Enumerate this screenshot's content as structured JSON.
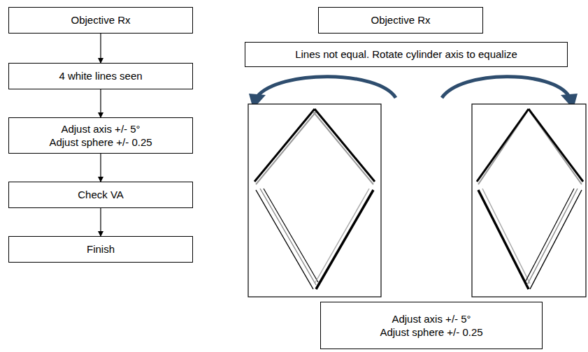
{
  "diagram": {
    "nodes": [
      {
        "text": [
          "Objective Rx"
        ]
      },
      {
        "text": [
          "4 white lines seen"
        ]
      },
      {
        "text": [
          "Adjust axis +/- 5°",
          "Adjust sphere +/- 0.25"
        ]
      },
      {
        "text": [
          "Check VA"
        ]
      },
      {
        "text": [
          "Finish"
        ]
      },
      {
        "text": [
          "Objective Rx"
        ]
      },
      {
        "text": [
          "Lines not equal. Rotate cylinder axis to equalize"
        ]
      },
      {
        "text": [
          "Adjust axis +/- 5°",
          "Adjust sphere +/- 0.25"
        ]
      }
    ],
    "edges": [
      {
        "from": 0,
        "to": 1,
        "arrow": "to"
      },
      {
        "from": 1,
        "to": 2,
        "arrow": "to"
      },
      {
        "from": 2,
        "to": 3,
        "arrow": "to"
      },
      {
        "from": 3,
        "to": 4,
        "arrow": "to"
      }
    ]
  }
}
